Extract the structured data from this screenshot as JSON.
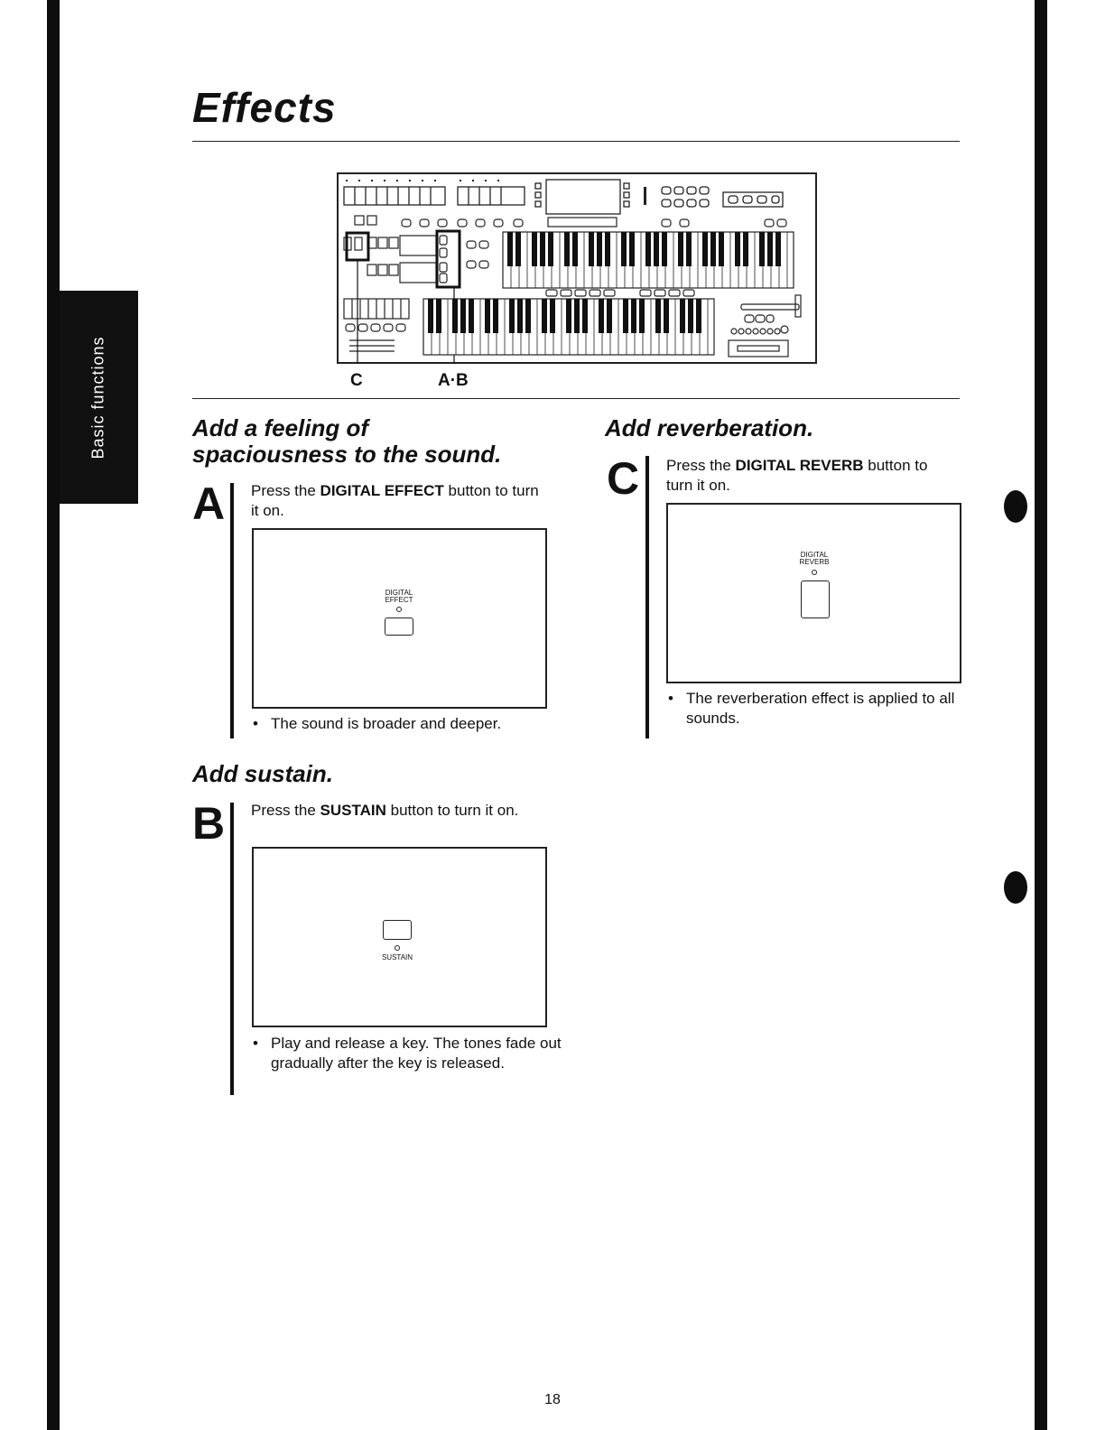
{
  "page": {
    "title": "Effects",
    "side_tab": "Basic functions",
    "page_number": "18"
  },
  "panel_callouts": {
    "left": "C",
    "right": "A·B"
  },
  "sections": {
    "spaciousness": {
      "heading_line1": "Add a feeling of",
      "heading_line2": "spaciousness to the sound.",
      "letter": "A",
      "text_before": "Press the ",
      "button_name": "DIGITAL EFFECT",
      "text_after": " button to turn it on.",
      "button_label_line1": "DIGITAL",
      "button_label_line2": "EFFECT",
      "note": "The sound is broader and deeper."
    },
    "sustain": {
      "heading": "Add sustain.",
      "letter": "B",
      "text_before": "Press the ",
      "button_name": "SUSTAIN",
      "text_after": " button to turn it on.",
      "button_label": "SUSTAIN",
      "note": "Play and release a key. The tones fade out gradually after the key is released."
    },
    "reverb": {
      "heading": "Add reverberation.",
      "letter": "C",
      "text_before": "Press the ",
      "button_name": "DIGITAL REVERB",
      "text_after": " button to turn it on.",
      "button_label_line1": "DIGITAL",
      "button_label_line2": "REVERB",
      "note": "The reverberation effect is applied to all sounds."
    }
  },
  "bullet_glyph": "•"
}
